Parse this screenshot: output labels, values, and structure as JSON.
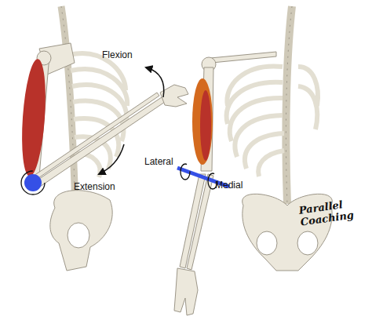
{
  "diagram": {
    "labels": [
      "Flexion",
      "Extension",
      "Lateral",
      "Medial",
      "Parallel Coaching"
    ]
  }
}
